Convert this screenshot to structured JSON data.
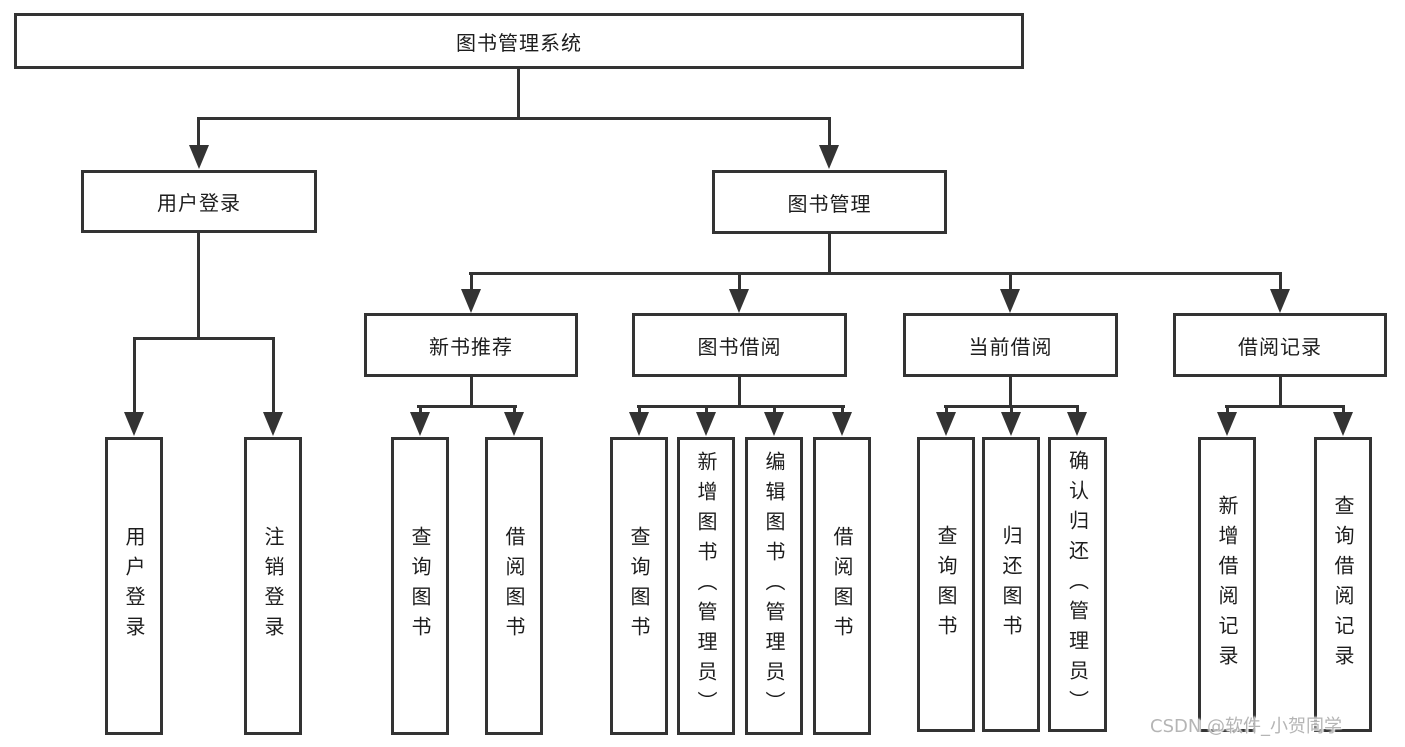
{
  "diagram": {
    "root": {
      "label": "图书管理系统"
    },
    "level2": [
      {
        "label": "用户登录",
        "children": [
          {
            "label": "用户登录"
          },
          {
            "label": "注销登录"
          }
        ]
      },
      {
        "label": "图书管理",
        "children": [
          {
            "label": "新书推荐",
            "children": [
              {
                "label": "查询图书"
              },
              {
                "label": "借阅图书"
              }
            ]
          },
          {
            "label": "图书借阅",
            "children": [
              {
                "label": "查询图书"
              },
              {
                "label": "新增图书（管理员）"
              },
              {
                "label": "编辑图书（管理员）"
              },
              {
                "label": "借阅图书"
              }
            ]
          },
          {
            "label": "当前借阅",
            "children": [
              {
                "label": "查询图书"
              },
              {
                "label": "归还图书"
              },
              {
                "label": "确认归还（管理员）"
              }
            ]
          },
          {
            "label": "借阅记录",
            "children": [
              {
                "label": "新增借阅记录"
              },
              {
                "label": "查询借阅记录"
              }
            ]
          }
        ]
      }
    ]
  },
  "watermark": {
    "text": "CSDN @软件_小贺同学"
  },
  "colors": {
    "line": "#333333",
    "text": "#1d1d1d",
    "background": "#ffffff",
    "watermark": "#b5b5b5"
  }
}
